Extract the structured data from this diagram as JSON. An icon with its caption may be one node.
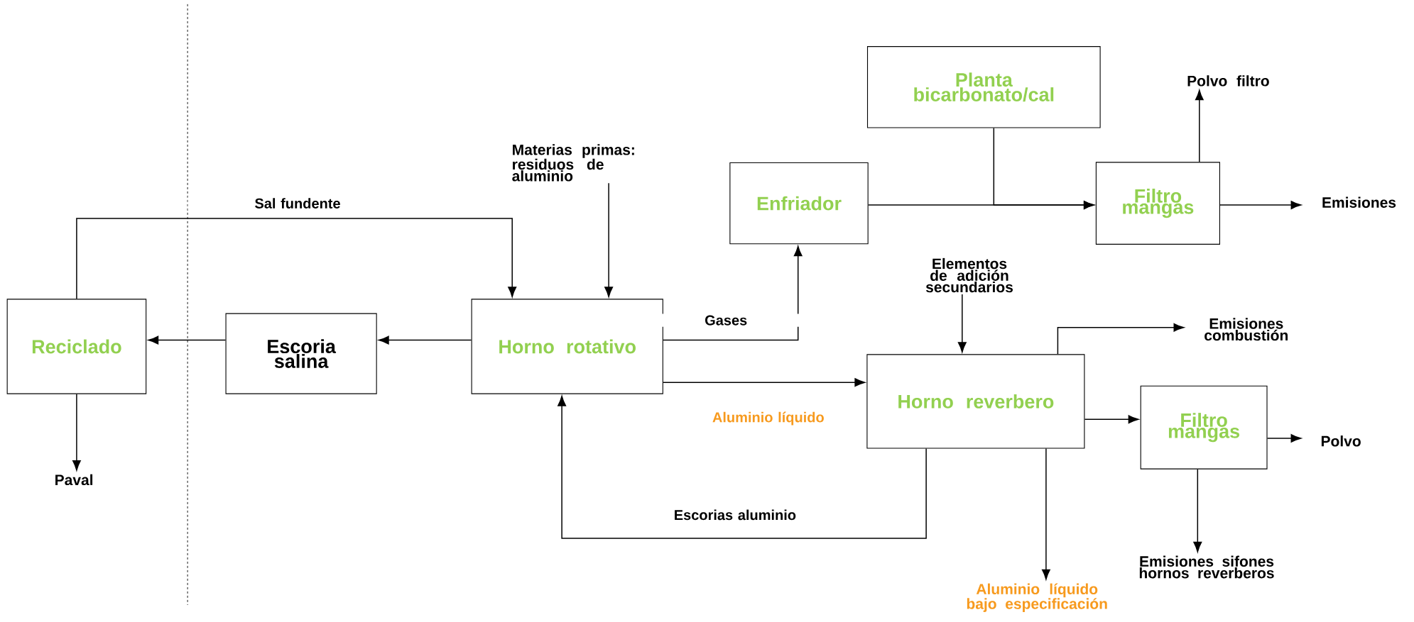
{
  "diagram": {
    "nodes": [
      {
        "text": [
          "Planta bicarbonato/cal"
        ]
      },
      {
        "text": [
          "Enfriador"
        ]
      },
      {
        "text": [
          "Filtro mangas"
        ]
      },
      {
        "text": [
          "Reciclado"
        ]
      },
      {
        "text": [
          "Escoria salina"
        ]
      },
      {
        "text": [
          "Horno rotativo"
        ]
      },
      {
        "text": [
          "Horno reverbero"
        ]
      },
      {
        "text": [
          "Filtro mangas"
        ]
      },
      {
        "text": [
          "Materias primas: residuos de aluminio"
        ]
      },
      {
        "text": [
          "Polvo filtro"
        ]
      },
      {
        "text": [
          "Emisiones"
        ]
      },
      {
        "text": [
          "Elementos de adición secundarios"
        ]
      },
      {
        "text": [
          "Emisiones combustión"
        ]
      },
      {
        "text": [
          "Polvo"
        ]
      },
      {
        "text": [
          "Emisiones sifones hornos reverberos"
        ]
      },
      {
        "text": [
          "Aluminio líquido bajo especificación"
        ]
      },
      {
        "text": [
          "Paval"
        ]
      }
    ],
    "edges": [
      {
        "from": 3,
        "to": 5,
        "arrow": "to",
        "label": "Sal fundente"
      },
      {
        "from": 8,
        "to": 5,
        "arrow": "to"
      },
      {
        "from": 5,
        "to": 4,
        "arrow": "to"
      },
      {
        "from": 4,
        "to": 3,
        "arrow": "to"
      },
      {
        "from": 5,
        "to": 1,
        "arrow": "to",
        "label": "Gases"
      },
      {
        "from": 5,
        "to": 6,
        "arrow": "to",
        "label": "Aluminio líquido"
      },
      {
        "from": 1,
        "to": 2,
        "arrow": "to"
      },
      {
        "from": 0,
        "to": 2,
        "arrow": "to"
      },
      {
        "from": 2,
        "to": 9,
        "arrow": "to"
      },
      {
        "from": 2,
        "to": 10,
        "arrow": "to"
      },
      {
        "from": 11,
        "to": 6,
        "arrow": "to"
      },
      {
        "from": 6,
        "to": 12,
        "arrow": "to"
      },
      {
        "from": 6,
        "to": 7,
        "arrow": "to"
      },
      {
        "from": 7,
        "to": 13,
        "arrow": "to"
      },
      {
        "from": 7,
        "to": 14,
        "arrow": "to"
      },
      {
        "from": 6,
        "to": 15,
        "arrow": "to"
      },
      {
        "from": 6,
        "to": 5,
        "arrow": "to",
        "label": "Escorias aluminio"
      },
      {
        "from": 3,
        "to": 16,
        "arrow": "to"
      }
    ]
  }
}
